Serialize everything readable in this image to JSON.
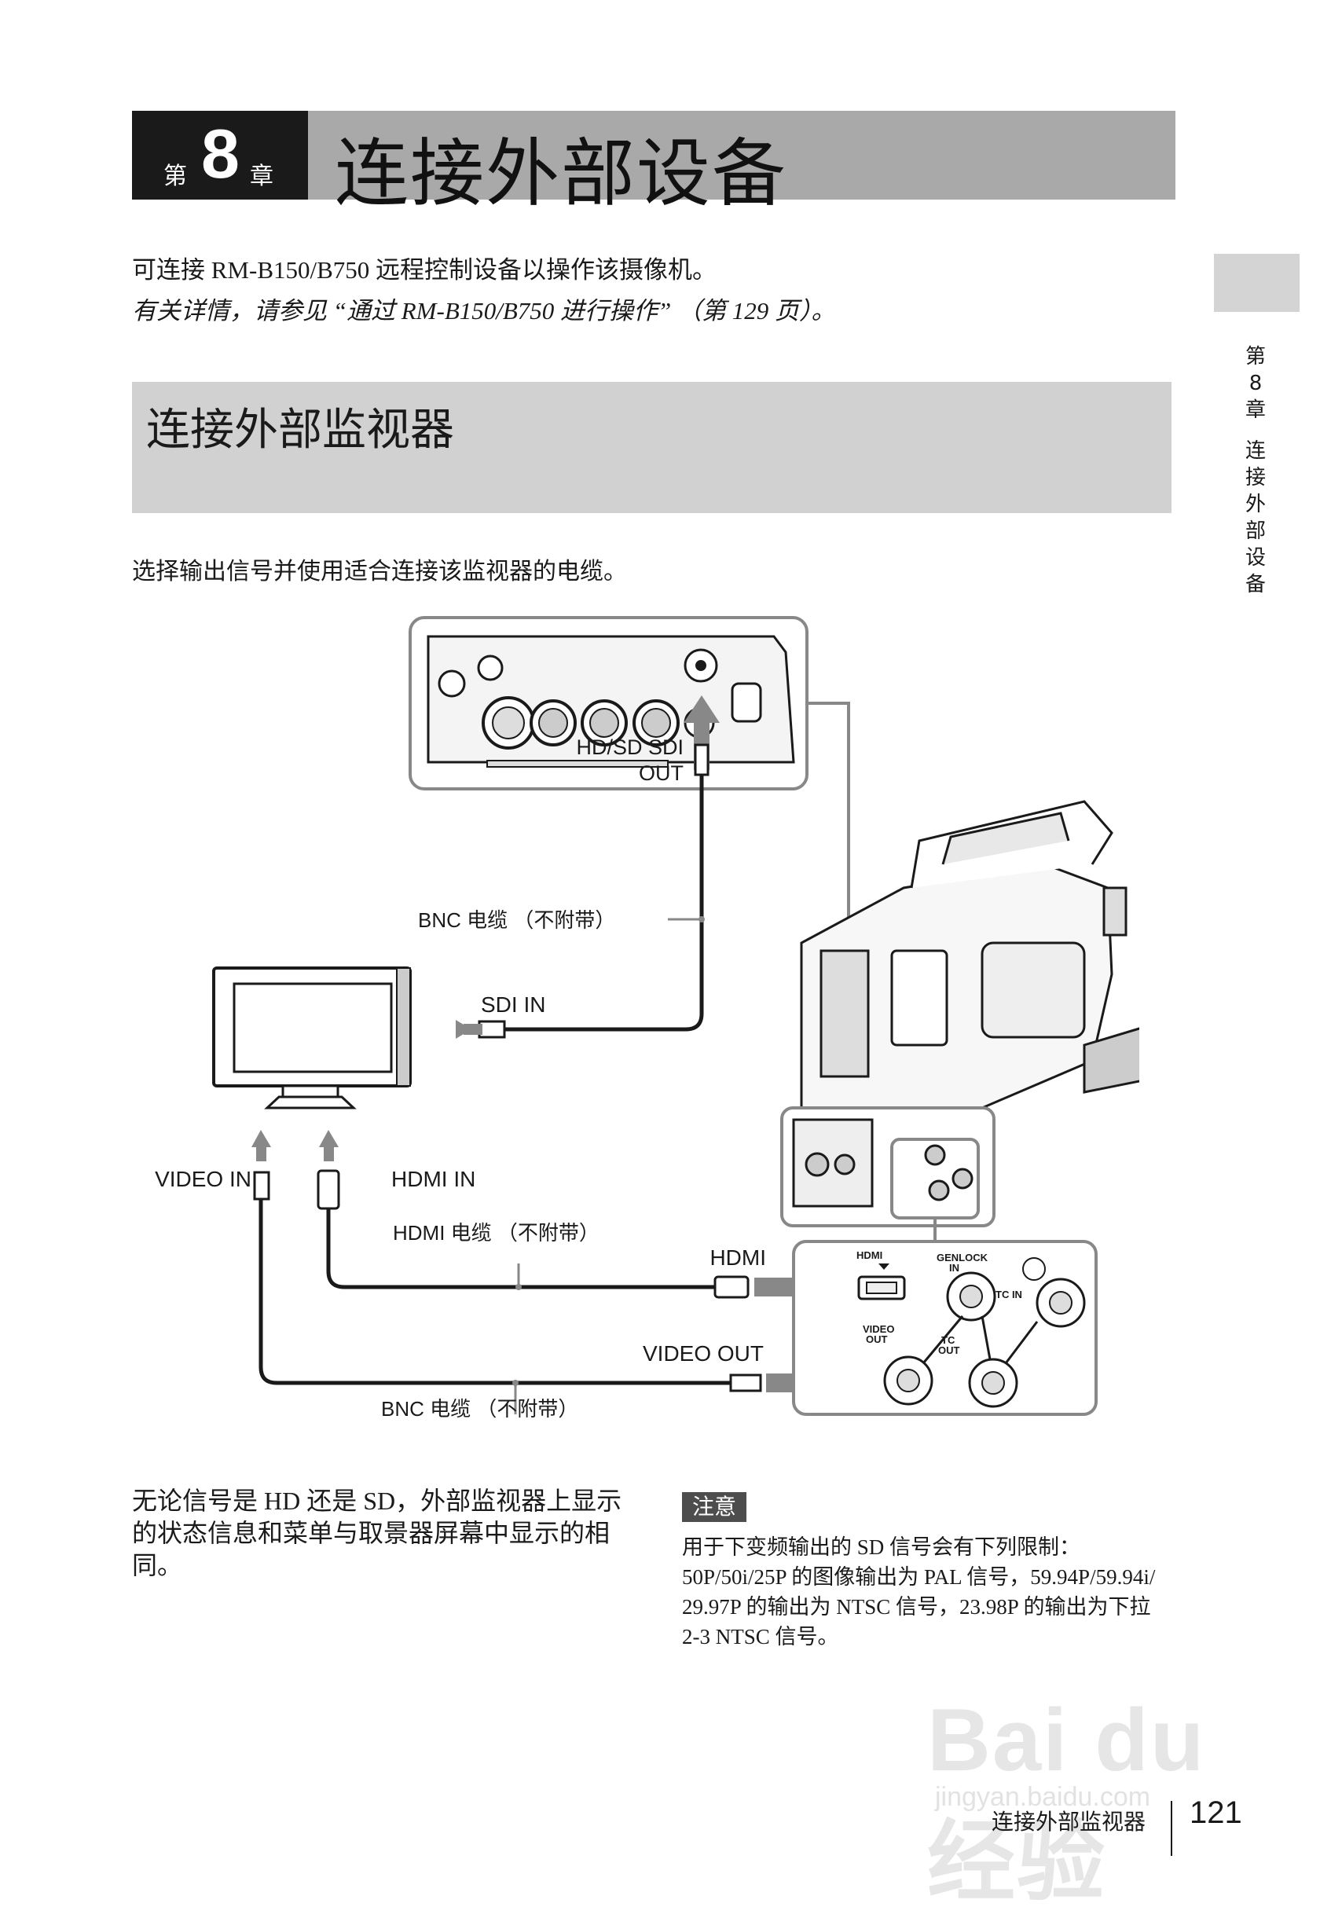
{
  "chapter": {
    "prefix": "第",
    "number": "8",
    "suffix": "章",
    "title": "连接外部设备"
  },
  "intro": {
    "line1": "可连接 RM-B150/B750 远程控制设备以操作该摄像机。",
    "line2": "有关详情，请参见 “通过 RM-B150/B750 进行操作” （第 129 页）。"
  },
  "side_tab": {
    "chars": [
      "第",
      "8",
      "章",
      "",
      "连",
      "接",
      "外",
      "部",
      "设",
      "备"
    ]
  },
  "section": {
    "title": "连接外部监视器"
  },
  "section_intro": "选择输出信号并使用适合连接该监视器的电缆。",
  "diagram": {
    "hdsd_sdi_out_1": "HD/SD SDI",
    "hdsd_sdi_out_2": "OUT",
    "bnc_cable_top": "BNC 电缆 （不附带）",
    "sdi_in": "SDI IN",
    "video_in": "VIDEO IN",
    "hdmi_in": "HDMI IN",
    "hdmi_cable": "HDMI 电缆 （不附带）",
    "hdmi": "HDMI",
    "video_out": "VIDEO OUT",
    "bnc_cable_bottom": "BNC 电缆 （不附带）",
    "panel_hdmi": "HDMI",
    "panel_genlock_1": "GENLOCK",
    "panel_genlock_2": "IN",
    "panel_tc_in": "TC IN",
    "panel_video_out_1": "VIDEO",
    "panel_video_out_2": "OUT",
    "panel_tc_out_1": "TC",
    "panel_tc_out_2": "OUT"
  },
  "left_para": "无论信号是 HD 还是 SD，外部监视器上显示的状态信息和菜单与取景器屏幕中显示的相同。",
  "note": {
    "tag": "注意",
    "line1": "用于下变频输出的 SD 信号会有下列限制：",
    "line2": "50P/50i/25P 的图像输出为 PAL 信号，59.94P/59.94i/",
    "line3": "29.97P 的输出为 NTSC 信号，23.98P 的输出为下拉",
    "line4": "2-3 NTSC 信号。"
  },
  "footer": {
    "title": "连接外部监视器",
    "page": "121"
  },
  "watermark": {
    "brand": "Bai du 经验",
    "url": "jingyan.baidu.com"
  }
}
